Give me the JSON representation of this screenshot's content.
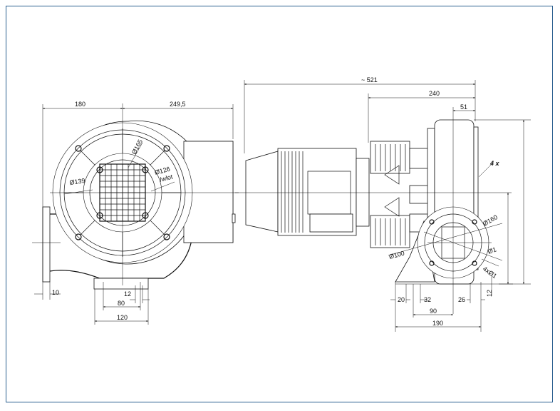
{
  "drawing": {
    "front_view": {
      "dims": {
        "left_width": "180",
        "right_width": "249,5",
        "flange": "10",
        "slot": "12",
        "foot_inner": "80",
        "foot_outer": "120"
      },
      "diameters": {
        "d139": "Ø139",
        "d165": "Ø165",
        "d126": "Ø126",
        "inlet_note": "/wlot"
      }
    },
    "side_view": {
      "dims": {
        "overall_length": "~ 521",
        "length_240": "240",
        "offset_51": "51",
        "d20": "20",
        "d32": "32",
        "d26": "26",
        "d90": "90",
        "d190": "190",
        "d12": "12"
      },
      "diameters": {
        "d100": "Ø100",
        "d160": "Ø160",
        "d1": "Ø1",
        "holes": "4xØ1"
      },
      "note_4x": "4 x"
    }
  }
}
